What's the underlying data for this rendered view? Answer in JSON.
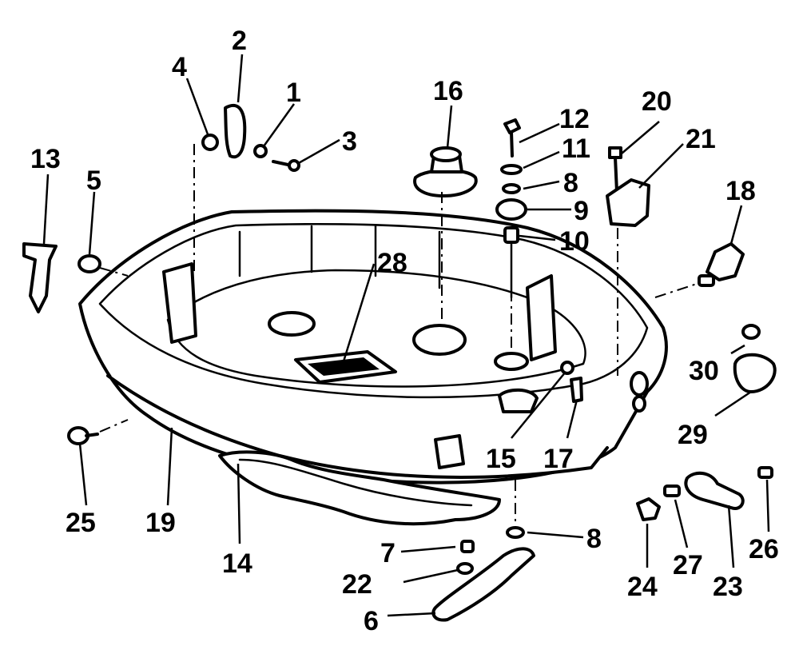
{
  "diagram": {
    "callouts": [
      {
        "id": "1",
        "text": "1"
      },
      {
        "id": "2",
        "text": "2"
      },
      {
        "id": "3",
        "text": "3"
      },
      {
        "id": "4",
        "text": "4"
      },
      {
        "id": "5",
        "text": "5"
      },
      {
        "id": "6",
        "text": "6"
      },
      {
        "id": "7",
        "text": "7"
      },
      {
        "id": "8a",
        "text": "8"
      },
      {
        "id": "8b",
        "text": "8"
      },
      {
        "id": "9",
        "text": "9"
      },
      {
        "id": "10",
        "text": "10"
      },
      {
        "id": "11",
        "text": "11"
      },
      {
        "id": "12",
        "text": "12"
      },
      {
        "id": "13",
        "text": "13"
      },
      {
        "id": "14",
        "text": "14"
      },
      {
        "id": "15",
        "text": "15"
      },
      {
        "id": "16",
        "text": "16"
      },
      {
        "id": "17",
        "text": "17"
      },
      {
        "id": "18",
        "text": "18"
      },
      {
        "id": "19",
        "text": "19"
      },
      {
        "id": "20",
        "text": "20"
      },
      {
        "id": "21",
        "text": "21"
      },
      {
        "id": "22",
        "text": "22"
      },
      {
        "id": "23",
        "text": "23"
      },
      {
        "id": "24",
        "text": "24"
      },
      {
        "id": "25",
        "text": "25"
      },
      {
        "id": "26",
        "text": "26"
      },
      {
        "id": "27",
        "text": "27"
      },
      {
        "id": "28",
        "text": "28"
      },
      {
        "id": "29",
        "text": "29"
      },
      {
        "id": "30",
        "text": "30"
      }
    ]
  }
}
